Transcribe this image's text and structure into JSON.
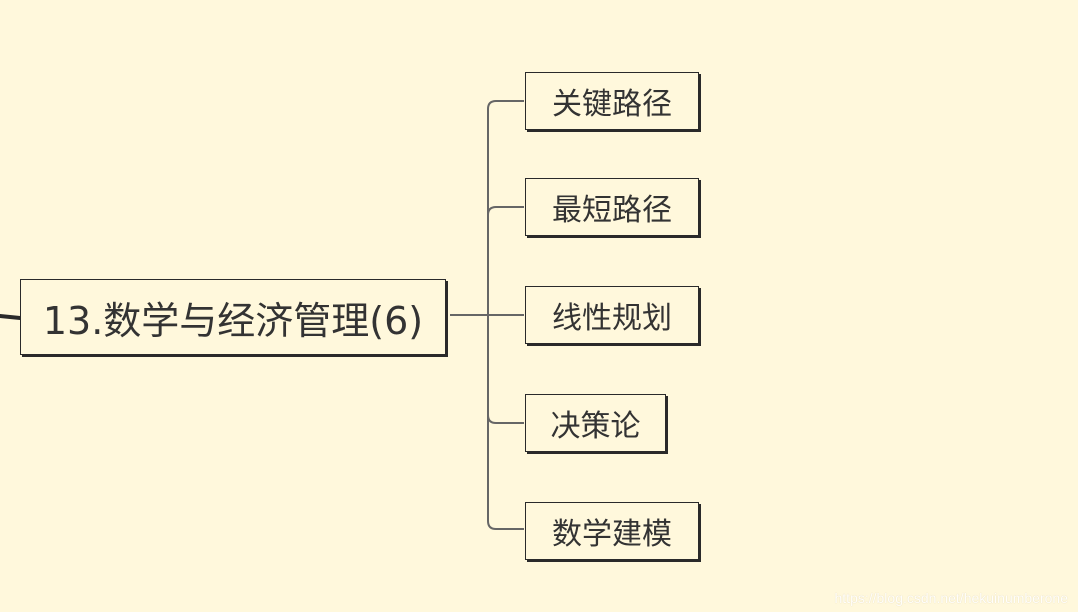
{
  "colors": {
    "background": "#fff8dc",
    "node_border": "#2a2a2a",
    "connector": "#666666",
    "text": "#333333"
  },
  "diagram": {
    "root": {
      "label": "13.数学与经济管理(6)"
    },
    "children": [
      {
        "label": "关键路径"
      },
      {
        "label": "最短路径"
      },
      {
        "label": "线性规划"
      },
      {
        "label": "决策论"
      },
      {
        "label": "数学建模"
      }
    ]
  },
  "watermark": {
    "text": "https://blog.csdn.net/hekuinumberone"
  }
}
